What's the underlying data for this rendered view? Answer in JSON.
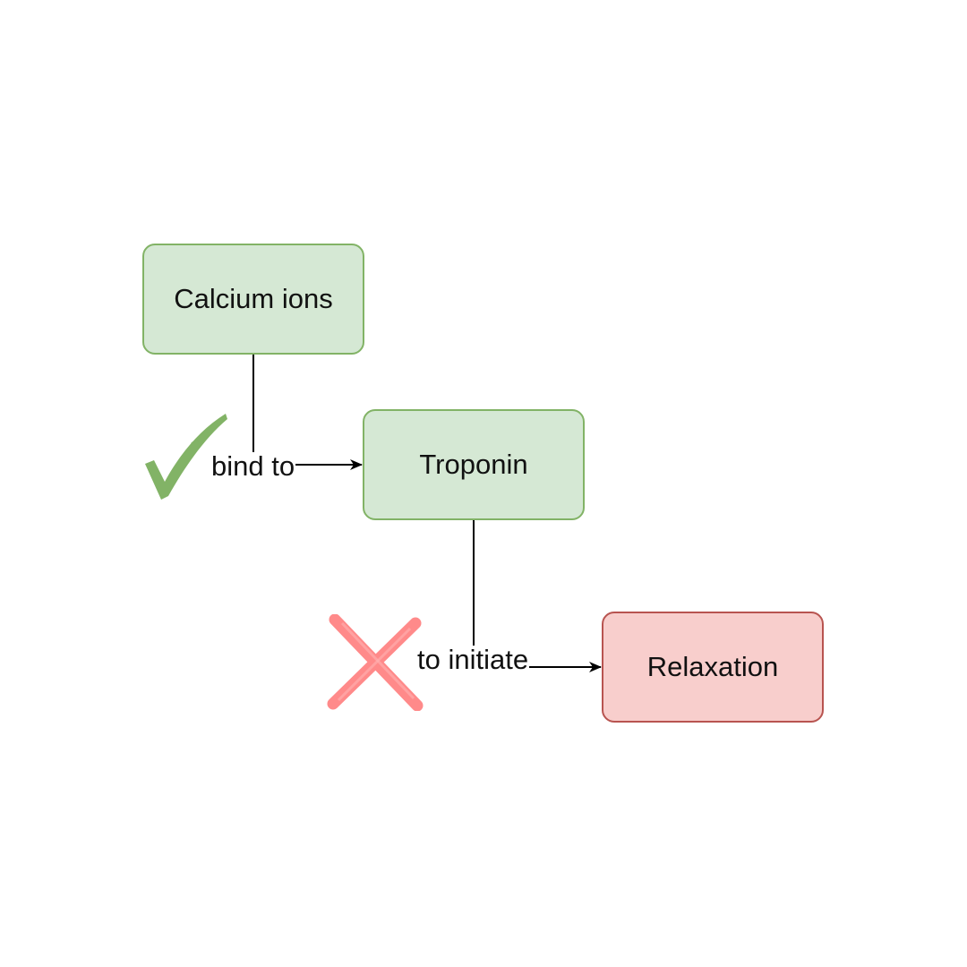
{
  "nodes": {
    "calcium": {
      "label": "Calcium ions",
      "status": "correct"
    },
    "troponin": {
      "label": "Troponin",
      "status": "correct"
    },
    "relaxation": {
      "label": "Relaxation",
      "status": "incorrect"
    }
  },
  "edges": {
    "bind": {
      "label": "bind to",
      "from": "calcium",
      "to": "troponin",
      "mark": "check-icon"
    },
    "initiate": {
      "label": "to initiate",
      "from": "troponin",
      "to": "relaxation",
      "mark": "cross-icon"
    }
  },
  "colors": {
    "correct_fill": "#d5e8d4",
    "correct_border": "#82b366",
    "incorrect_fill": "#f8cecc",
    "incorrect_border": "#b85450",
    "check_mark": "#82b366",
    "cross_mark": "#ff8a8a",
    "line": "#000000"
  }
}
